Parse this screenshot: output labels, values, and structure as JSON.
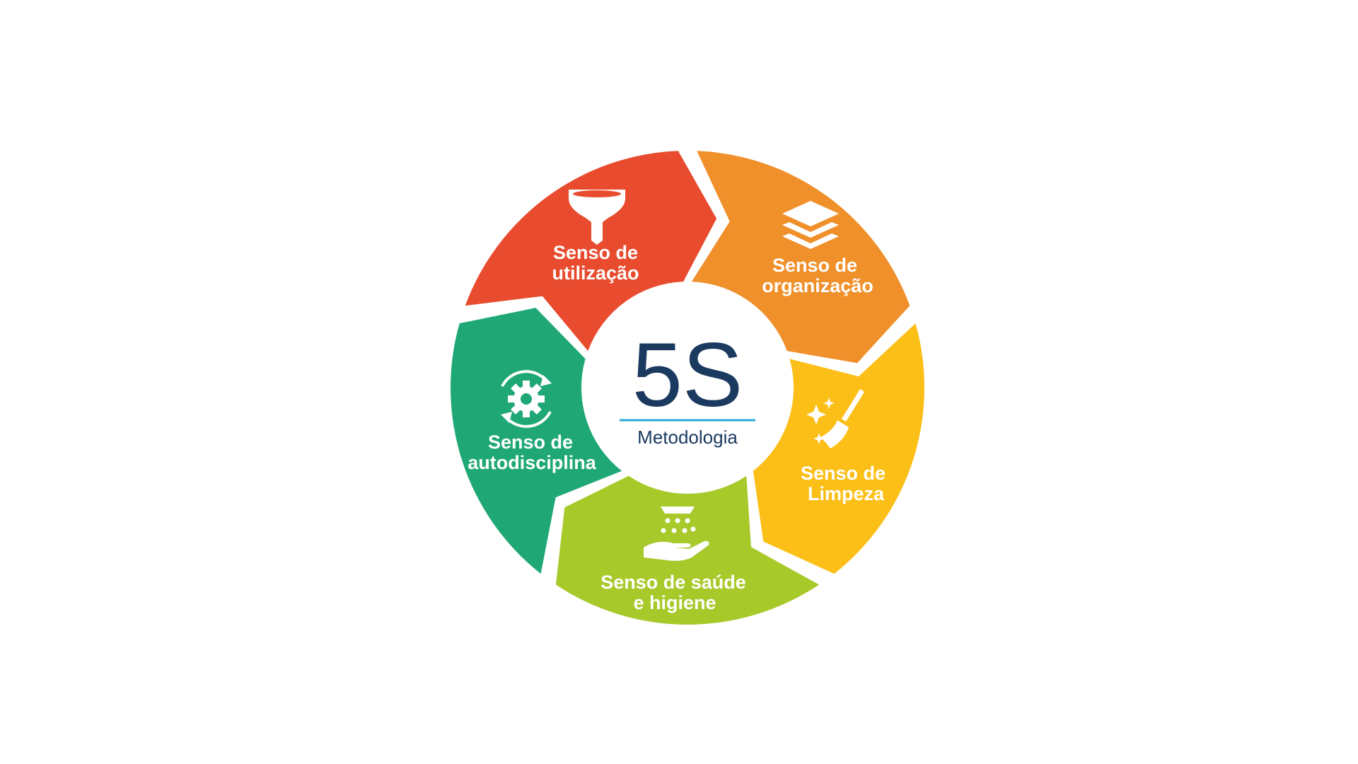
{
  "diagram": {
    "title": "5S",
    "subtitle": "Metodologia",
    "colors": {
      "title": "#1b3a60",
      "underline": "#29a9d8",
      "center_fill": "#ffffff"
    },
    "segments": [
      {
        "id": "utilizacao",
        "line1": "Senso de",
        "line2": "utilização",
        "color": "#e84b2e",
        "icon": "funnel-icon"
      },
      {
        "id": "organizacao",
        "line1": "Senso de",
        "line2": "organização",
        "color": "#f0902a",
        "icon": "layers-icon"
      },
      {
        "id": "limpeza",
        "line1": "Senso de",
        "line2": "Limpeza",
        "color": "#fbbf17",
        "icon": "broom-sparkles-icon"
      },
      {
        "id": "saude-higiene",
        "line1": "Senso de saúde",
        "line2": "e higiene",
        "color": "#a8c92a",
        "icon": "hand-washing-icon"
      },
      {
        "id": "autodisciplina",
        "line1": "Senso de",
        "line2": "autodisciplina",
        "color": "#1fa876",
        "icon": "gear-cycle-icon"
      }
    ]
  }
}
